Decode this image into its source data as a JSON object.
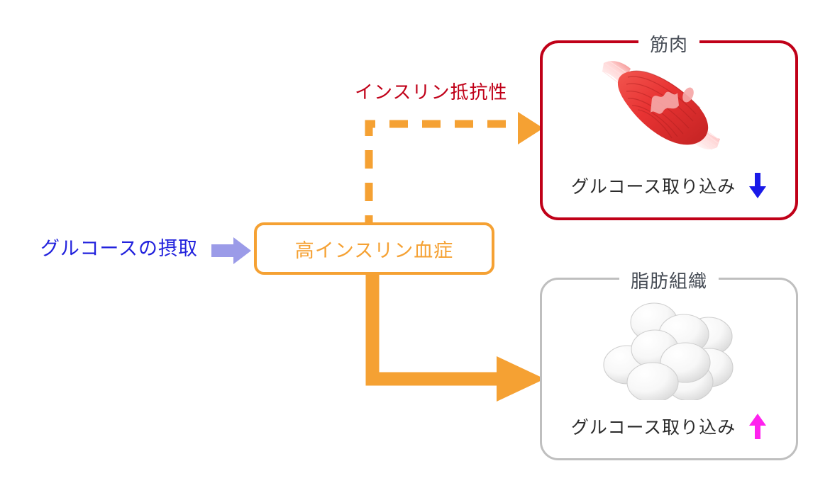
{
  "diagram": {
    "title_text": "グルコースの摂取",
    "intake": {
      "label": "グルコースの摂取",
      "color": "#2222dd",
      "arrow_icon": "block-arrow-right-icon",
      "arrow_color": "#9b9be8"
    },
    "center_node": {
      "label": "高インスリン血症",
      "border_color": "#f5a133",
      "text_color": "#f5a133"
    },
    "edges": [
      {
        "name": "insulin-resistance-edge",
        "label": "インスリン抵抗性",
        "label_color": "#c00018",
        "style": "dashed",
        "color": "#f5a133",
        "from": "center_node",
        "to": "muscle"
      },
      {
        "name": "adipose-uptake-edge",
        "label": "",
        "style": "solid",
        "color": "#f5a133",
        "from": "center_node",
        "to": "adipose"
      }
    ],
    "panels": [
      {
        "name": "muscle",
        "title": "筋肉",
        "border_color": "#c00018",
        "illustration": "skeletal-muscle-icon",
        "footer_text": "グルコース取り込み",
        "footer_arrow": "arrow-down-icon",
        "footer_arrow_direction": "down",
        "footer_arrow_color": "#1a1ae8"
      },
      {
        "name": "adipose",
        "title": "脂肪組織",
        "border_color": "#bfbfbf",
        "illustration": "adipocyte-cluster-icon",
        "footer_text": "グルコース取り込み",
        "footer_arrow": "arrow-up-icon",
        "footer_arrow_direction": "up",
        "footer_arrow_color": "#ff22ee"
      }
    ]
  }
}
